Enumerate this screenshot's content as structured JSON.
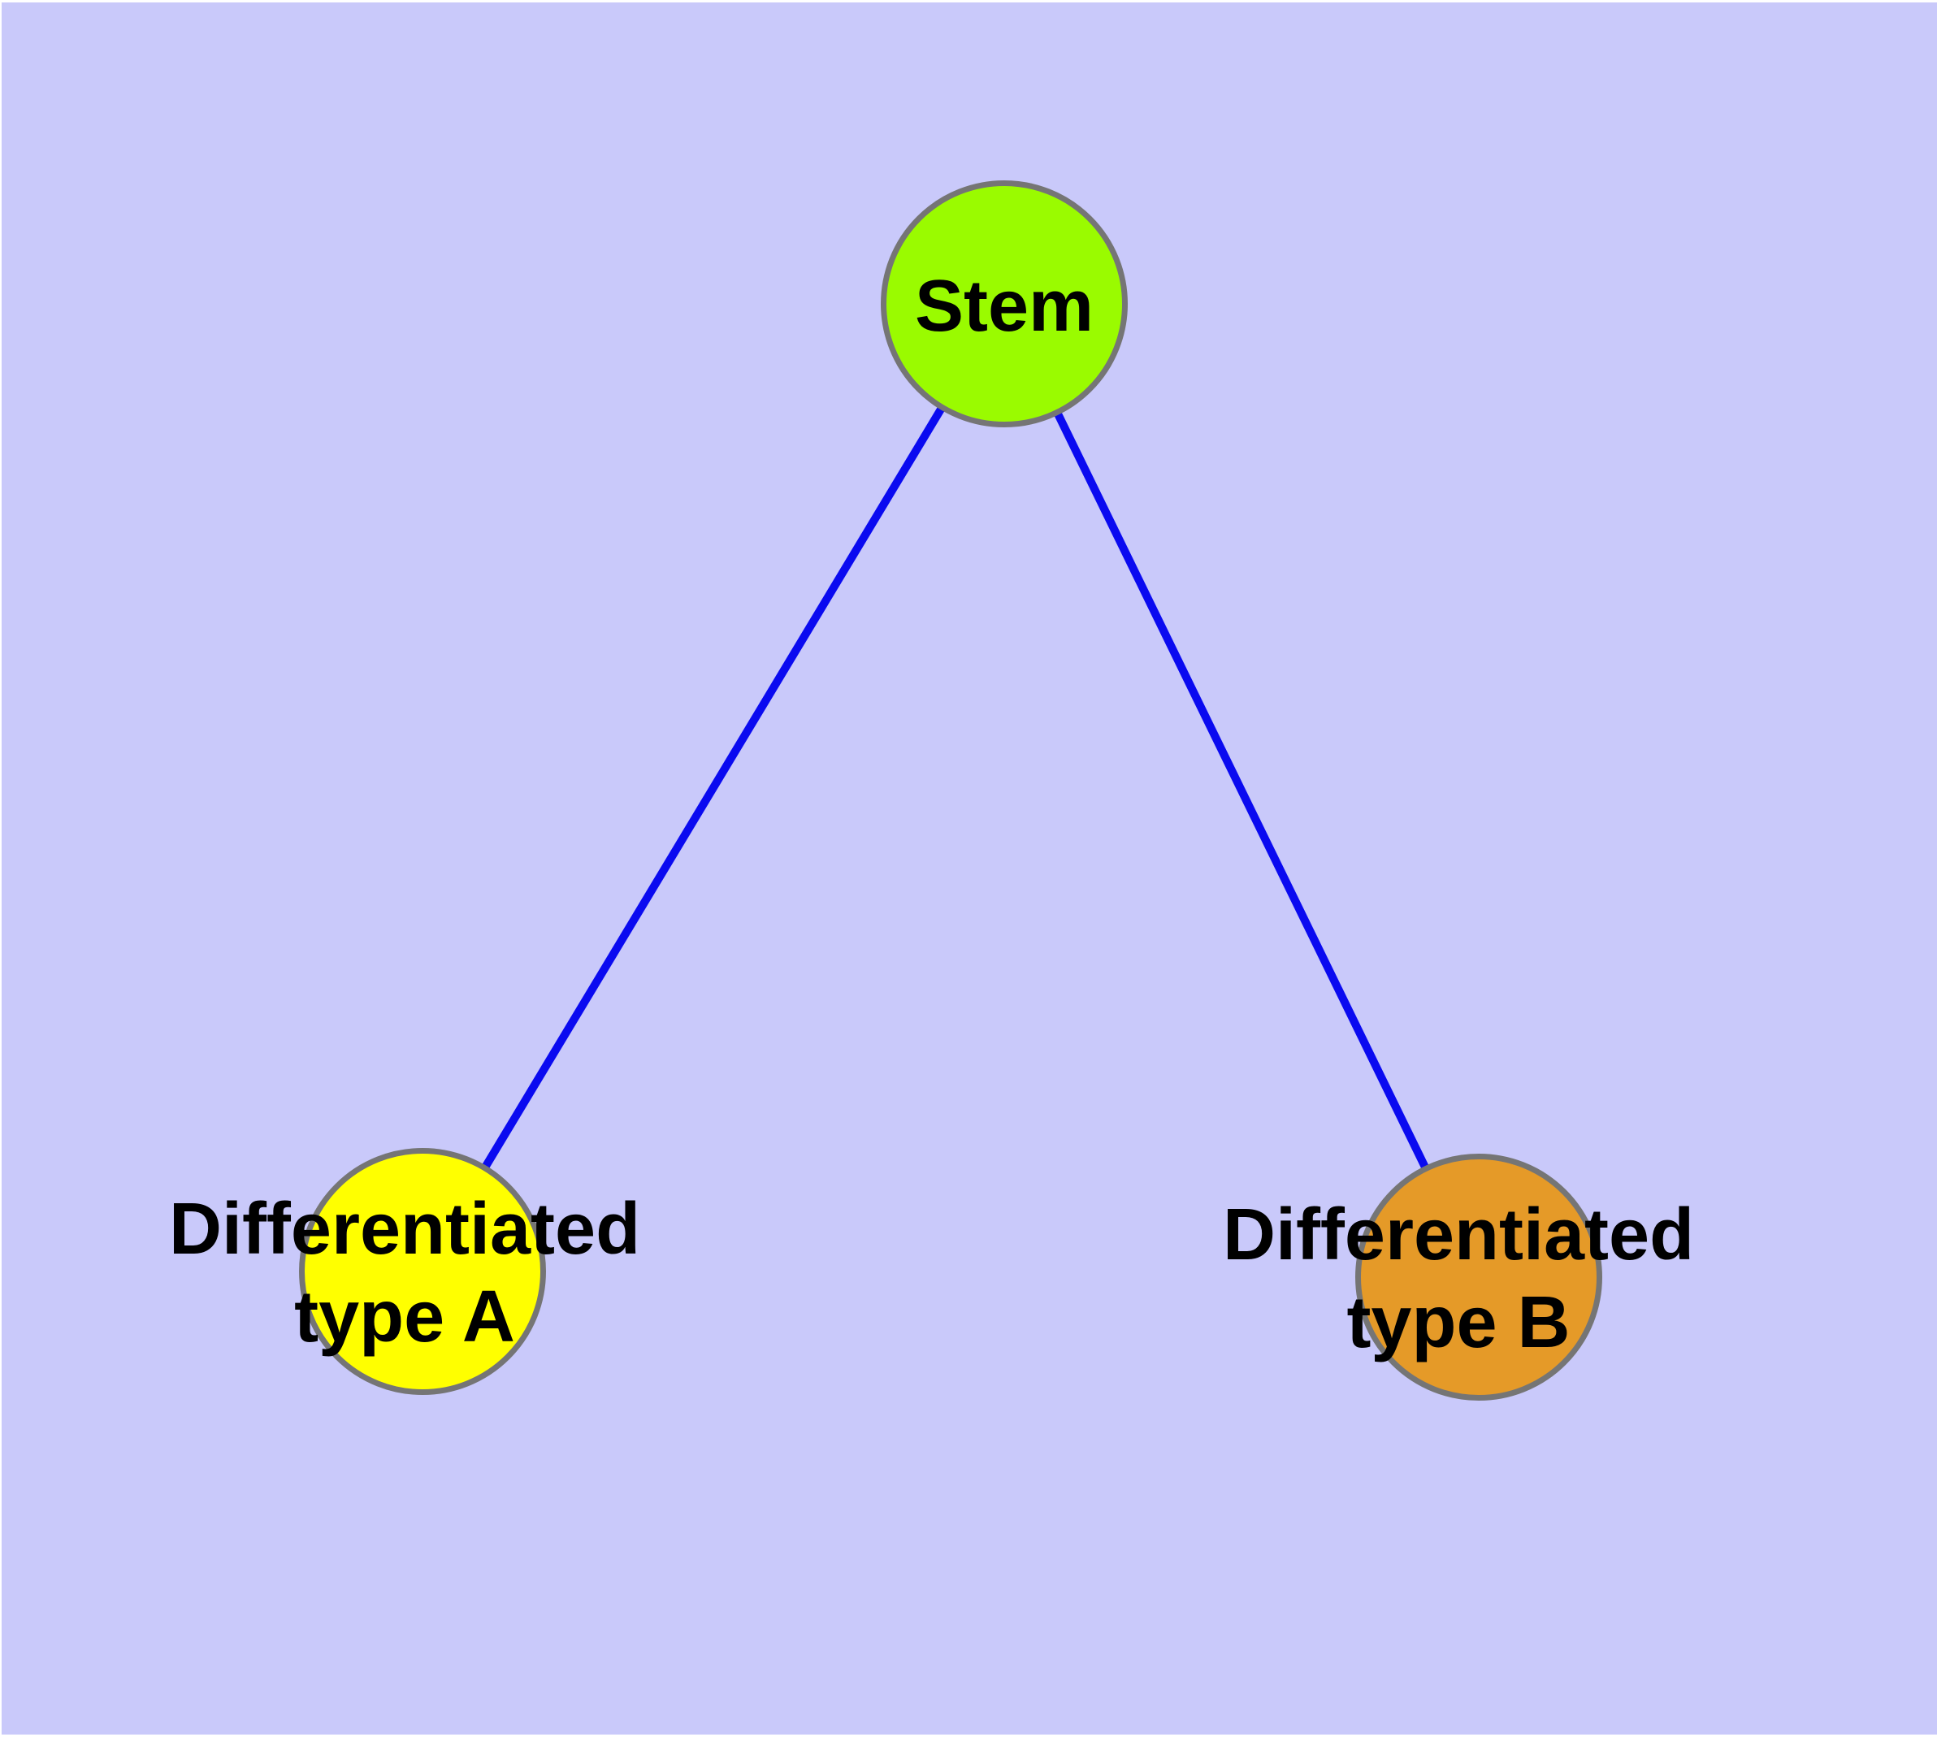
{
  "diagram": {
    "type": "graph",
    "background_color": "#C9C9FA",
    "edge_color": "#0A0AF0",
    "node_border_color": "#757575",
    "text_color": "#000000",
    "nodes": [
      {
        "id": "stem",
        "label": "Stem",
        "fill": "#9AFB00"
      },
      {
        "id": "type-a",
        "label": "Differentiated\ntype A",
        "fill": "#FFFF00"
      },
      {
        "id": "type-b",
        "label": "Differentiated\ntype B",
        "fill": "#E59A28"
      }
    ],
    "edges": [
      {
        "from": "Stem",
        "to": "Differentiated type A"
      },
      {
        "from": "Stem",
        "to": "Differentiated type B"
      }
    ]
  }
}
